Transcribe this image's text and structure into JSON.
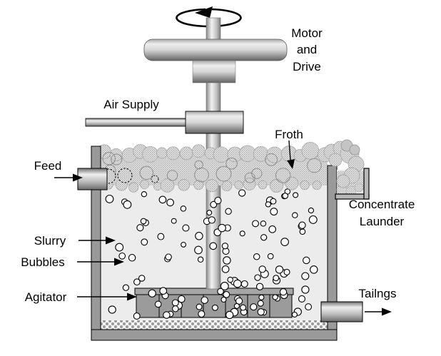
{
  "diagram": {
    "labels": {
      "motor_drive": [
        "Motor",
        "and",
        "Drive"
      ],
      "air_supply": "Air Supply",
      "froth": "Froth",
      "feed": "Feed",
      "concentrate_launder": [
        "Concentrate",
        "Launder"
      ],
      "slurry": "Slurry",
      "bubbles": "Bubbles",
      "agitator": "Agitator",
      "tailings": "Tailngs"
    },
    "colors": {
      "background": "#ffffff",
      "wall": "#9a9a9a",
      "slurry": "#ececec",
      "agitator_bar": "#a6a6a6",
      "agitator_paddle": "#9b9b9b",
      "froth_bg": "#e9e9e9",
      "froth_dot": "#a6a6a6",
      "sediment_light": "#f4f4f4",
      "sediment_dark": "#9a9a9a",
      "outline": "#000000"
    }
  }
}
